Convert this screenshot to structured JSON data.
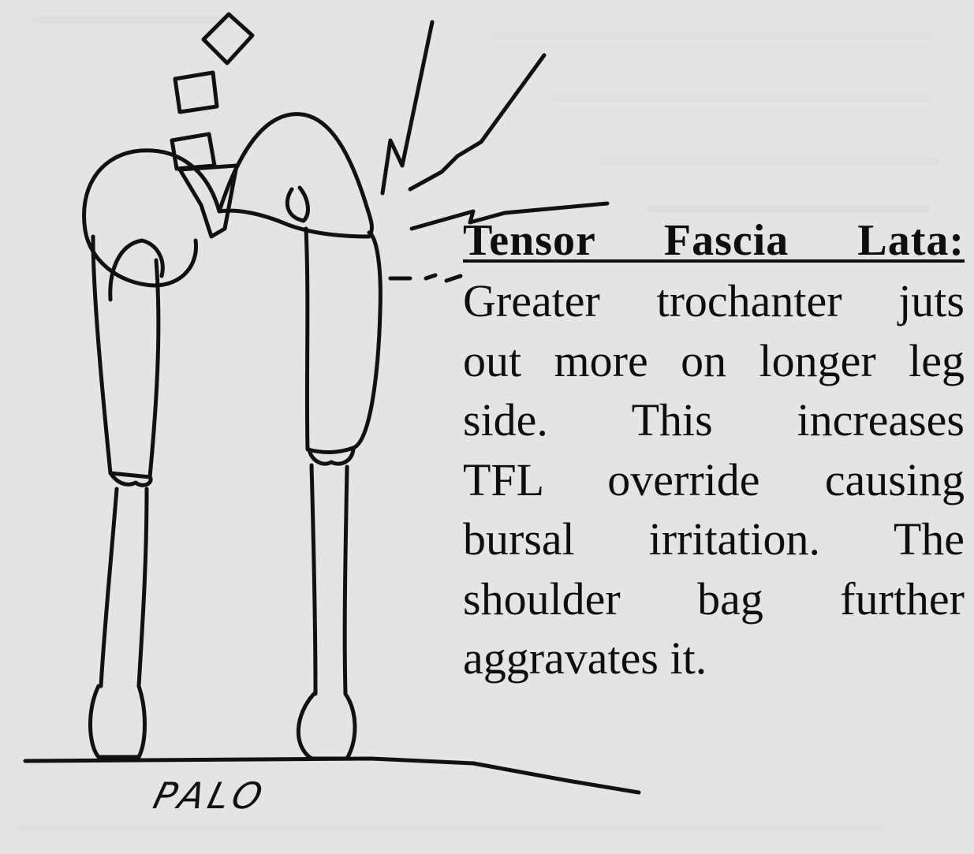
{
  "caption": {
    "title": "Tensor Fascia Lata:",
    "lines": [
      "Greater trochanter juts",
      "out more on longer leg",
      "side.  This increases",
      "TFL override causing",
      "bursal irritation.  The",
      "shoulder bag further",
      "aggravates it."
    ]
  },
  "signature": "PALO"
}
